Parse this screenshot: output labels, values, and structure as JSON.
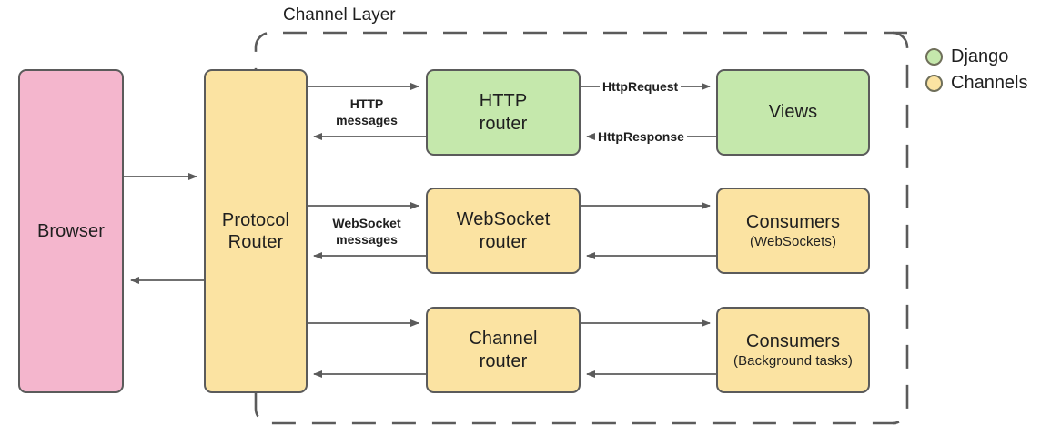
{
  "diagram": {
    "layer_title": "Channel Layer",
    "colors": {
      "browser": "#f4b6cd",
      "django": "#c5e8ac",
      "channels": "#fbe3a2",
      "stroke": "#5b5b5b",
      "text": "#1f1f1f"
    },
    "nodes": {
      "browser": {
        "line1": "Browser",
        "line2": "",
        "sub": ""
      },
      "protocol_router": {
        "line1": "Protocol",
        "line2": "Router",
        "sub": ""
      },
      "http_router": {
        "line1": "HTTP",
        "line2": "router",
        "sub": ""
      },
      "views": {
        "line1": "Views",
        "line2": "",
        "sub": ""
      },
      "websocket_router": {
        "line1": "WebSocket",
        "line2": "router",
        "sub": ""
      },
      "consumers_ws": {
        "line1": "Consumers",
        "line2": "",
        "sub": "(WebSockets)"
      },
      "channel_router": {
        "line1": "Channel",
        "line2": "router",
        "sub": ""
      },
      "consumers_bg": {
        "line1": "Consumers",
        "line2": "",
        "sub": "(Background tasks)"
      }
    },
    "edge_labels": {
      "http_messages_line1": "HTTP",
      "http_messages_line2": "messages",
      "websocket_messages_line1": "WebSocket",
      "websocket_messages_line2": "messages",
      "http_request": "HttpRequest",
      "http_response": "HttpResponse"
    },
    "legend": {
      "items": [
        {
          "label": "Django",
          "color": "#c5e8ac"
        },
        {
          "label": "Channels",
          "color": "#fbe3a2"
        }
      ]
    }
  }
}
